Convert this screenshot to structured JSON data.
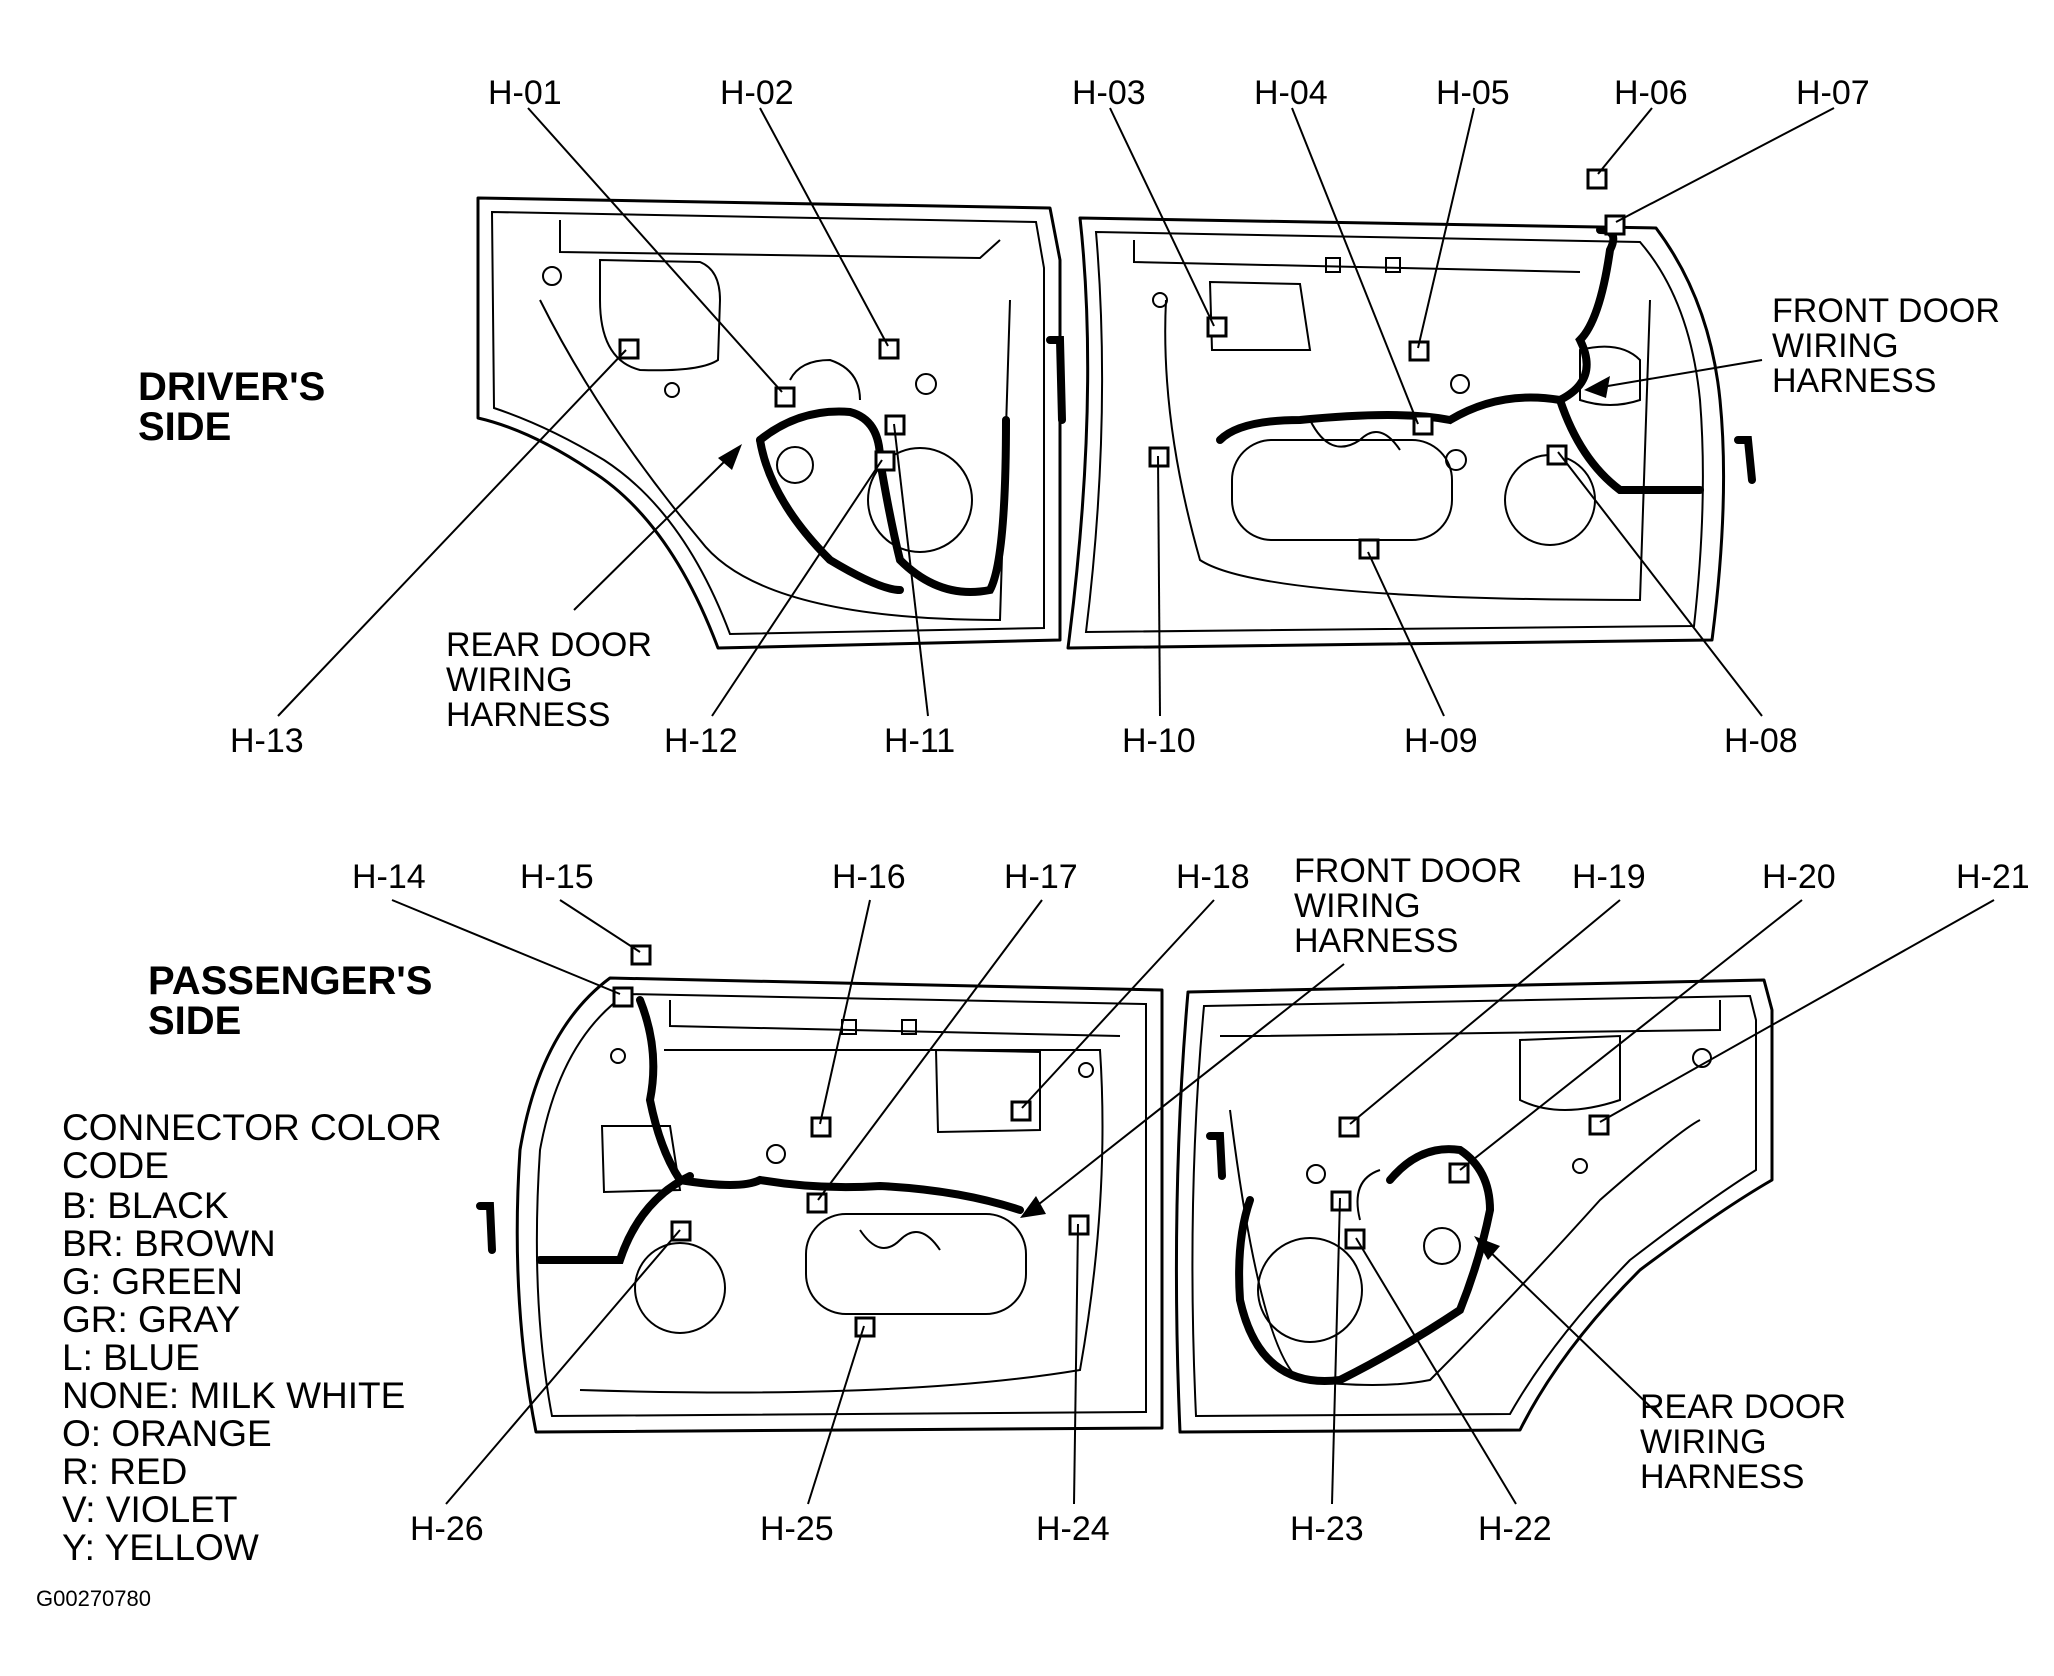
{
  "sections": {
    "driver": "DRIVER'S\nSIDE",
    "passenger": "PASSENGER'S\nSIDE"
  },
  "harness_labels": {
    "driver_front": "FRONT DOOR\nWIRING\nHARNESS",
    "driver_rear": "REAR DOOR\nWIRING\nHARNESS",
    "passenger_front": "FRONT DOOR\nWIRING\nHARNESS",
    "passenger_rear": "REAR DOOR\nWIRING\nHARNESS"
  },
  "connectors": [
    "H-01",
    "H-02",
    "H-03",
    "H-04",
    "H-05",
    "H-06",
    "H-07",
    "H-08",
    "H-09",
    "H-10",
    "H-11",
    "H-12",
    "H-13",
    "H-14",
    "H-15",
    "H-16",
    "H-17",
    "H-18",
    "H-19",
    "H-20",
    "H-21",
    "H-22",
    "H-23",
    "H-24",
    "H-25",
    "H-26"
  ],
  "color_code": {
    "title": "CONNECTOR COLOR\nCODE",
    "entries": [
      "B: BLACK",
      "BR: BROWN",
      "G: GREEN",
      "GR: GRAY",
      "L: BLUE",
      "NONE: MILK WHITE",
      "O: ORANGE",
      "R: RED",
      "V: VIOLET",
      "Y: YELLOW"
    ]
  },
  "figure_id": "G00270780"
}
